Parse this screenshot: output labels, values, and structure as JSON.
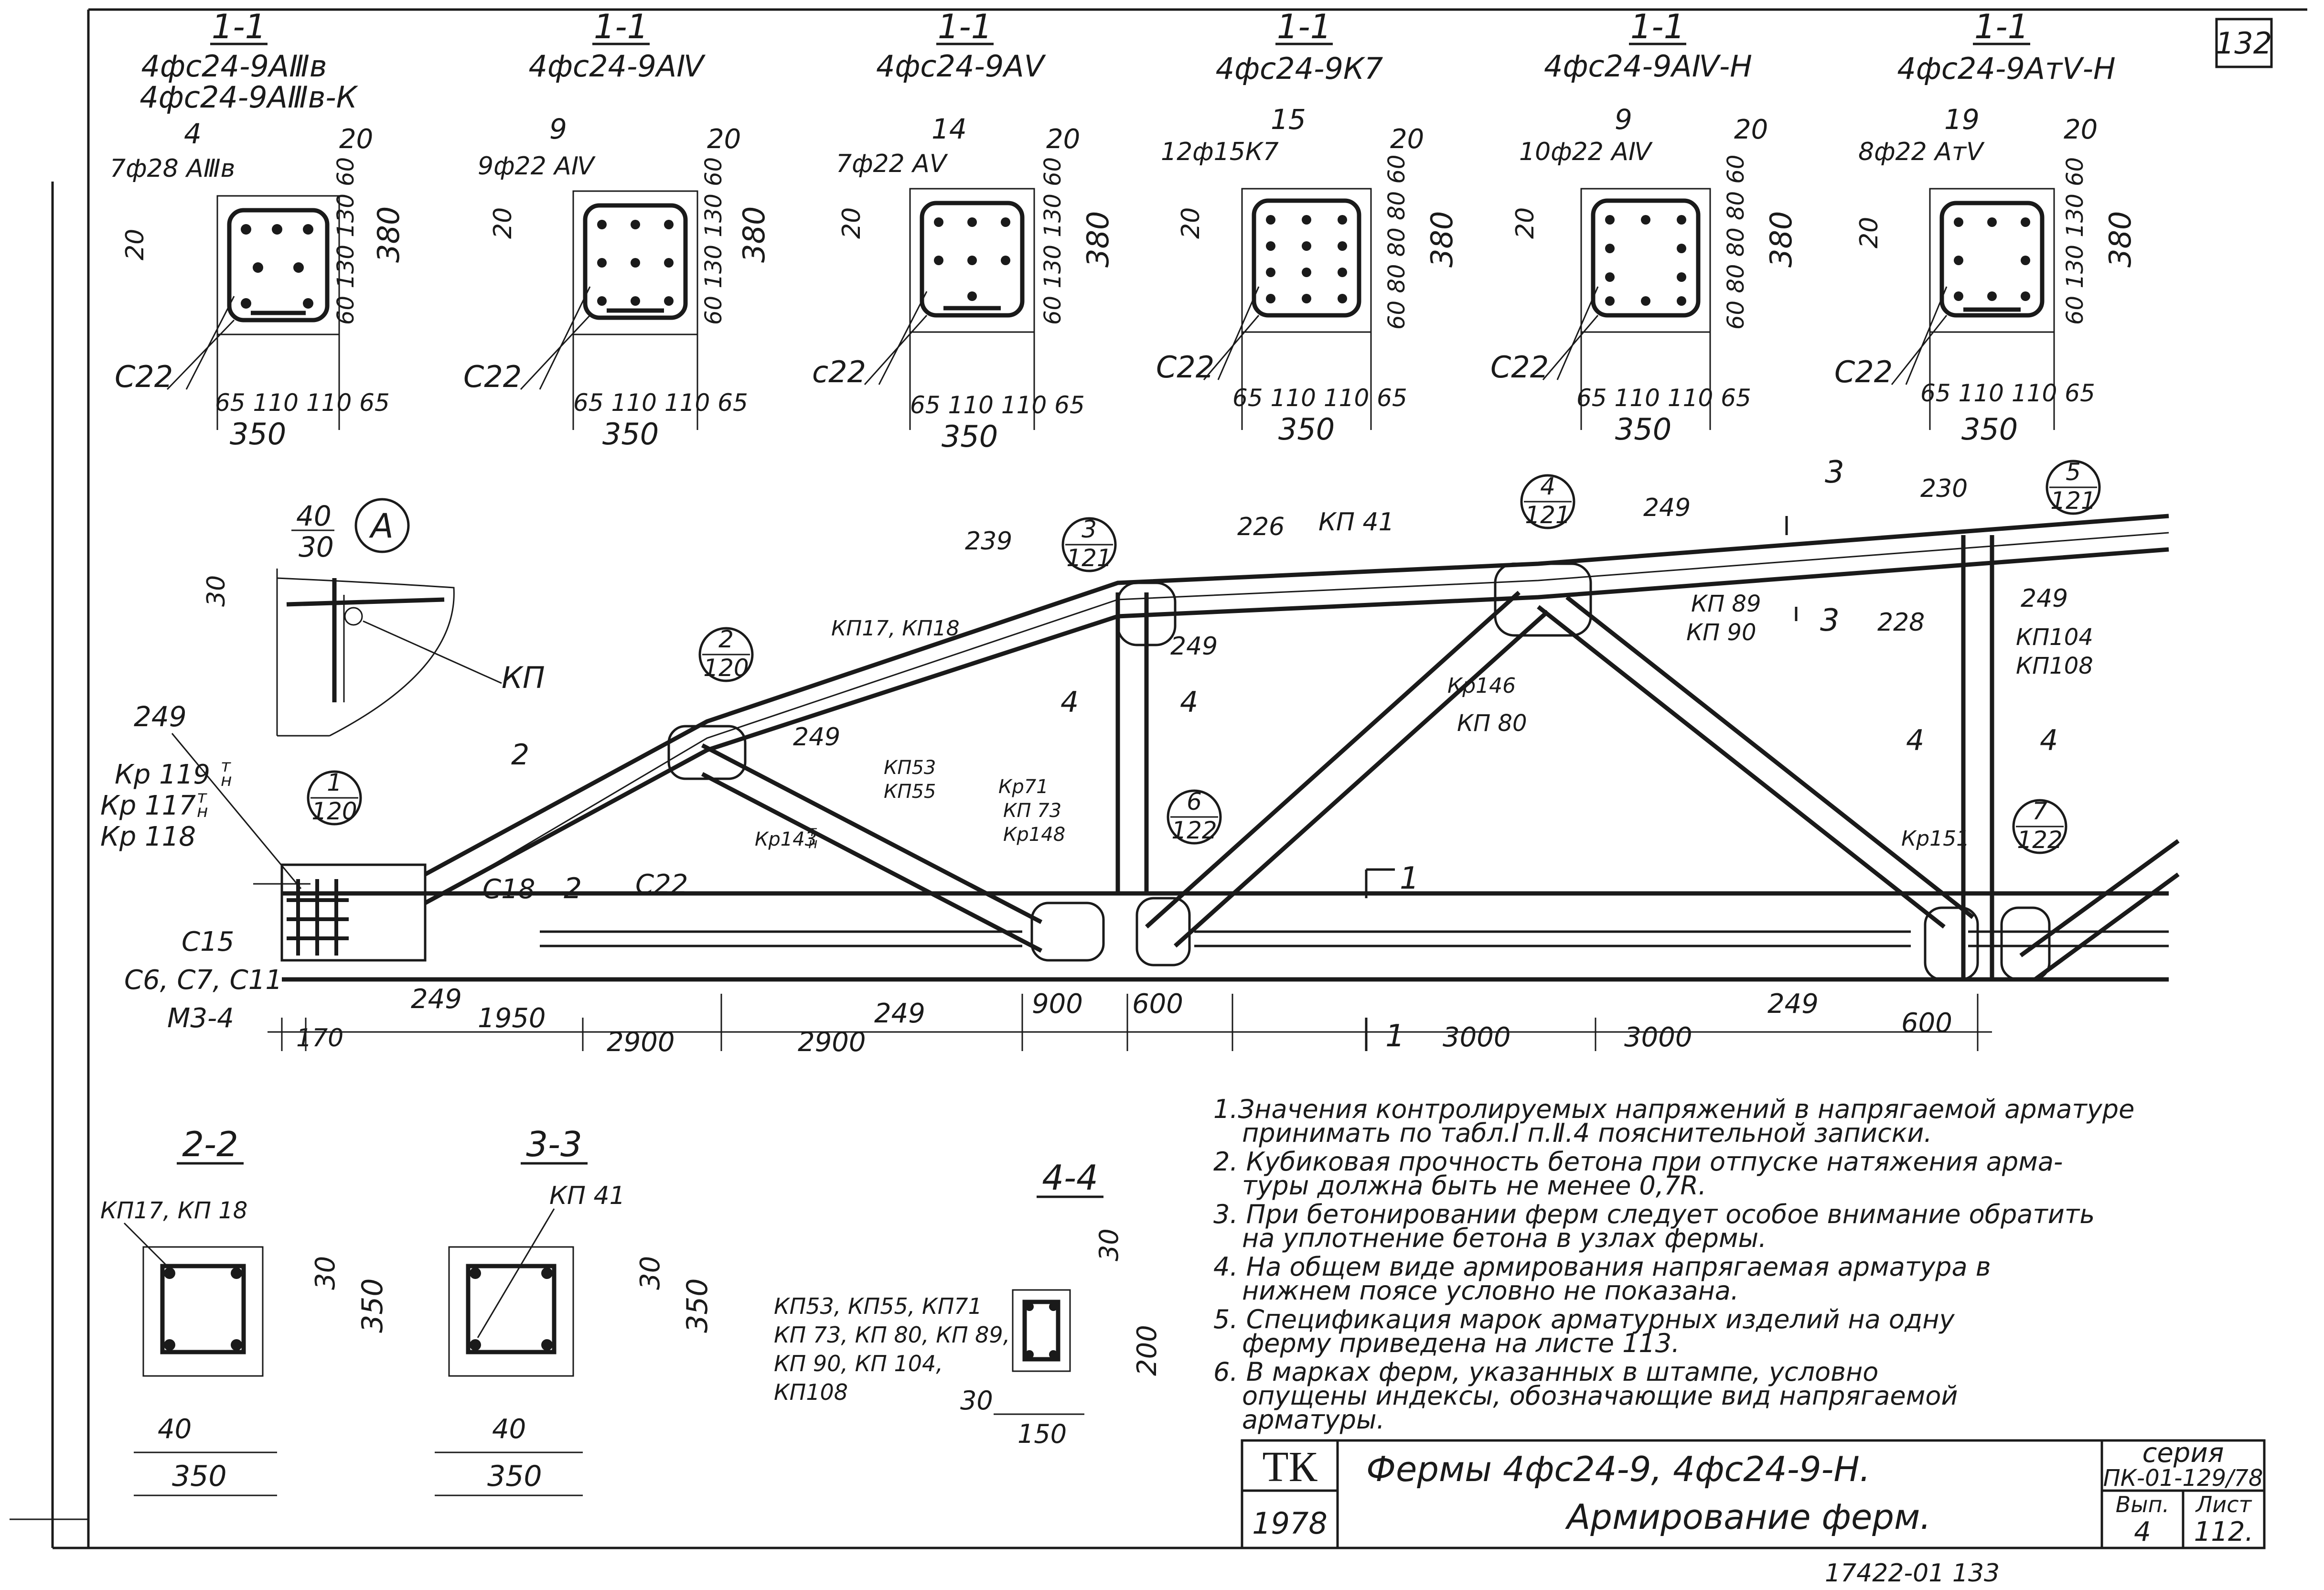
{
  "page": {
    "number": "132"
  },
  "sections": [
    {
      "cut": "1-1",
      "marks": [
        "4фс24-9АⅢв",
        "4фс24-9АⅢв-К"
      ],
      "bars": "4",
      "bar_spec": "7ф28 АⅢв",
      "dim_side": "20",
      "dim_top": "20",
      "dims_vert": "60 130 130 60",
      "height": "380",
      "stirrup": "С22",
      "dims_bottom": "65 110 110 65",
      "width": "350"
    },
    {
      "cut": "1-1",
      "marks": [
        "4фс24-9АⅣ"
      ],
      "bars": "9",
      "bar_spec": "9ф22 АⅣ",
      "dim_side": "20",
      "dim_top": "20",
      "dims_vert": "60 130 130 60",
      "height": "380",
      "stirrup": "С22",
      "dims_bottom": "65 110 110 65",
      "width": "350"
    },
    {
      "cut": "1-1",
      "marks": [
        "4фс24-9АⅤ"
      ],
      "bars": "14",
      "bar_spec": "7ф22 АⅤ",
      "dim_side": "20",
      "dim_top": "20",
      "dims_vert": "60 130 130 60",
      "height": "380",
      "stirrup": "с22",
      "dims_bottom": "65 110 110 65",
      "width": "350"
    },
    {
      "cut": "1-1",
      "marks": [
        "4фс24-9К7"
      ],
      "bars": "15",
      "bar_spec": "12ф15К7",
      "dim_side": "20",
      "dim_top": "20",
      "dims_vert": "60 80 80 80 60",
      "height": "380",
      "stirrup": "С22",
      "dims_bottom": "65 110 110 65",
      "width": "350"
    },
    {
      "cut": "1-1",
      "marks": [
        "4фс24-9АⅣ-Н"
      ],
      "bars": "9",
      "bar_spec": "10ф22 АⅣ",
      "dim_side": "20",
      "dim_top": "20",
      "dims_vert": "60 80 80 80 60",
      "height": "380",
      "stirrup": "С22",
      "dims_bottom": "65 110 110 65",
      "width": "350"
    },
    {
      "cut": "1-1",
      "marks": [
        "4фс24-9АтⅤ-Н"
      ],
      "bars": "19",
      "bar_spec": "8ф22 АтⅤ",
      "dim_side": "20",
      "dim_top": "20",
      "dims_vert": "60 130 130 60",
      "height": "380",
      "stirrup": "С22",
      "dims_bottom": "65 110 110 65",
      "width": "350"
    }
  ],
  "detail_a": {
    "label": "А",
    "dim_top1": "40",
    "dim_top2": "30",
    "dim_side": "30",
    "part": "КП"
  },
  "truss": {
    "nodes": [
      {
        "num": "1",
        "sheet": "120"
      },
      {
        "num": "2",
        "sheet": "120"
      },
      {
        "num": "3",
        "sheet": "121"
      },
      {
        "num": "4",
        "sheet": "121"
      },
      {
        "num": "5",
        "sheet": "121"
      },
      {
        "num": "6",
        "sheet": "122"
      },
      {
        "num": "7",
        "sheet": "122"
      }
    ],
    "labels": {
      "l239": "239",
      "l226": "226",
      "kp41": "КП 41",
      "l249a": "249",
      "l230": "230",
      "l249b": "249",
      "kp17_18": "КП17, КП18",
      "l249c": "249",
      "kp89": "КП 89",
      "kp90": "КП 90",
      "l228": "228",
      "kp104": "КП104",
      "kp108": "КП108",
      "kr146": "Кр146",
      "kp80": "КП 80",
      "l249d": "249",
      "kp53": "КП53",
      "kp55": "КП55",
      "kp71": "Кр71",
      "kp73": "КП 73",
      "kr148": "Кр148",
      "kr143": "Кр143",
      "kr143_sup": "т",
      "kr143_sub": "н",
      "kr119": "Кр 119",
      "kr117": "Кр 117",
      "kr118": "Кр 118",
      "kr_sup": "т",
      "kr_sub": "н",
      "l249e": "249",
      "c18": "С18",
      "c22": "С22",
      "c15": "С15",
      "c6": "С6, С7, С11",
      "m3": "М3-4",
      "l249f": "249",
      "l249g": "249",
      "l249h": "249",
      "kr151": "Кр151"
    },
    "cuts": {
      "c2": "2",
      "c2b": "2",
      "c3": "3",
      "c3b": "3",
      "c4": "4",
      "c1": "1",
      "c1b": "1"
    },
    "dims": {
      "d170": "170",
      "d1950": "1950",
      "d2900a": "2900",
      "d2900b": "2900",
      "d900": "900",
      "d600a": "600",
      "d3000a": "3000",
      "d3000b": "3000",
      "d600b": "600"
    }
  },
  "small_sections": [
    {
      "cut": "2-2",
      "parts": "КП17, КП 18",
      "dim_h": "350",
      "dim_t": "30",
      "dim_w": "350",
      "dim_e": "40"
    },
    {
      "cut": "3-3",
      "parts": "КП 41",
      "dim_h": "350",
      "dim_t": "30",
      "dim_w": "350",
      "dim_e": "40"
    },
    {
      "cut": "4-4",
      "parts": [
        "КП53, КП55, КП71",
        "КП 73, КП 80, КП 89,",
        "КП 90, КП 104,",
        "КП108"
      ],
      "dim_t": "30",
      "dim_h": "200",
      "dim_e": "30",
      "dim_w": "150"
    }
  ],
  "notes": [
    "1.Значения контролируемых напряжений в напрягаемой арматуре",
    "принимать по табл.Ⅰ п.Ⅱ.4 пояснительной записки.",
    "2. Кубиковая прочность бетона при отпуске натяжения арма-",
    "туры должна быть не менее 0,7R.",
    "3. При бетонировании ферм следует особое внимание обратить",
    "на уплотнение бетона в узлах фермы.",
    "4. На общем виде армирования напрягаемая арматура в",
    "нижнем поясе условно не показана.",
    "5. Спецификация марок арматурных изделий на одну",
    "ферму приведена на листе 113.",
    "6. В марках ферм, указанных в штампе, условно",
    "опущены индексы, обозначающие вид напрягаемой",
    "арматуры."
  ],
  "title_block": {
    "org": "ТК",
    "year": "1978",
    "title1": "Фермы 4фс24-9, 4фс24-9-Н.",
    "title2": "Армирование ферм.",
    "series_label": "серия",
    "series": "ПК-01-129/78",
    "issue_label": "Вып.",
    "issue": "4",
    "sheet_label": "Лист",
    "sheet": "112."
  },
  "footer": "17422-01  133"
}
